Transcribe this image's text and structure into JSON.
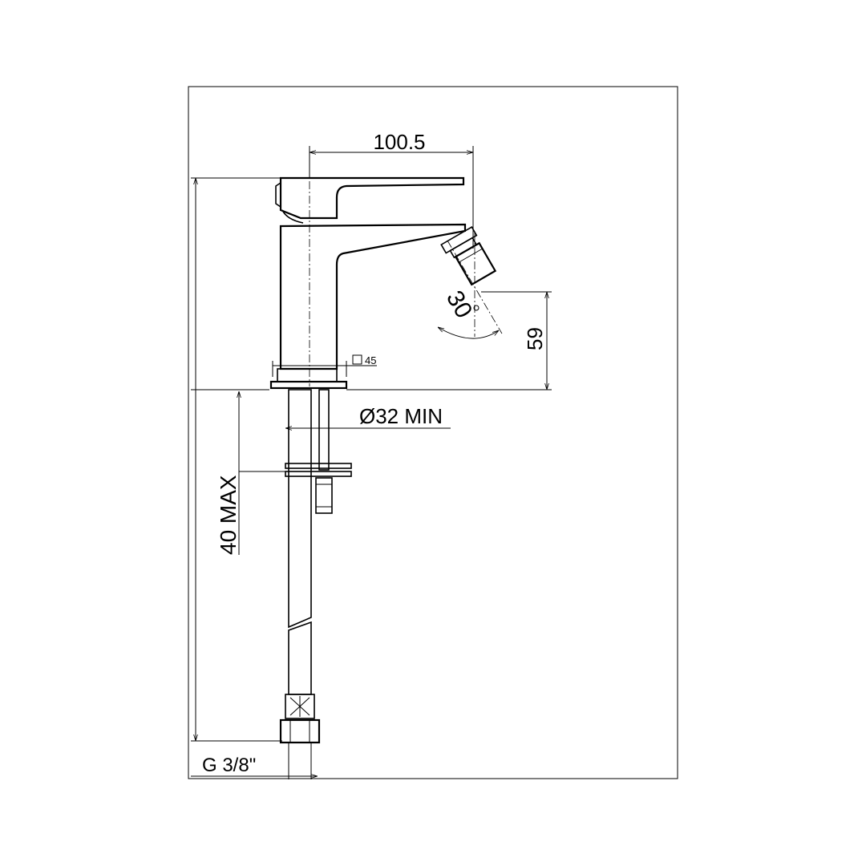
{
  "drawing": {
    "dimensions": {
      "spout_reach": "100.5",
      "spout_height": "59",
      "aerator_angle": "30",
      "base_square": "45",
      "hole_diameter": "Ø32 MIN",
      "deck_thickness": "40 MAX",
      "connection_thread": "G 3/8\""
    },
    "icons": {
      "square_symbol": "square-symbol-icon",
      "degree_symbol": "degree-symbol-icon"
    },
    "colors": {
      "line": "#000000",
      "background": "#ffffff"
    }
  }
}
